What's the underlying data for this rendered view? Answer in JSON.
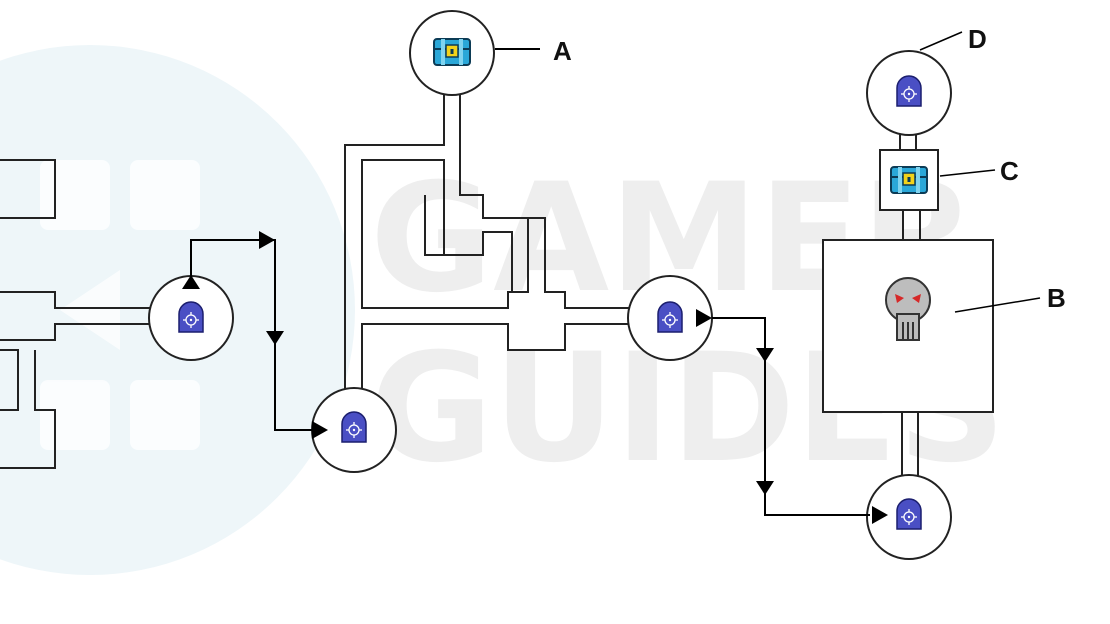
{
  "watermark": {
    "line1": "GAMER",
    "line2": "GUIDES"
  },
  "labels": {
    "a": "A",
    "b": "B",
    "c": "C",
    "d": "D"
  },
  "colors": {
    "portal_fill": "#4a4fc4",
    "chest_fill": "#2aa7d8",
    "chest_lock": "#f2d21a",
    "skull_fill": "#bdbdbd",
    "skull_eyes": "#d62828",
    "watermark": "#e8f3f7"
  },
  "icons": {
    "portal": "portal-icon",
    "chest": "treasure-chest-icon",
    "skull": "skull-boss-icon"
  }
}
